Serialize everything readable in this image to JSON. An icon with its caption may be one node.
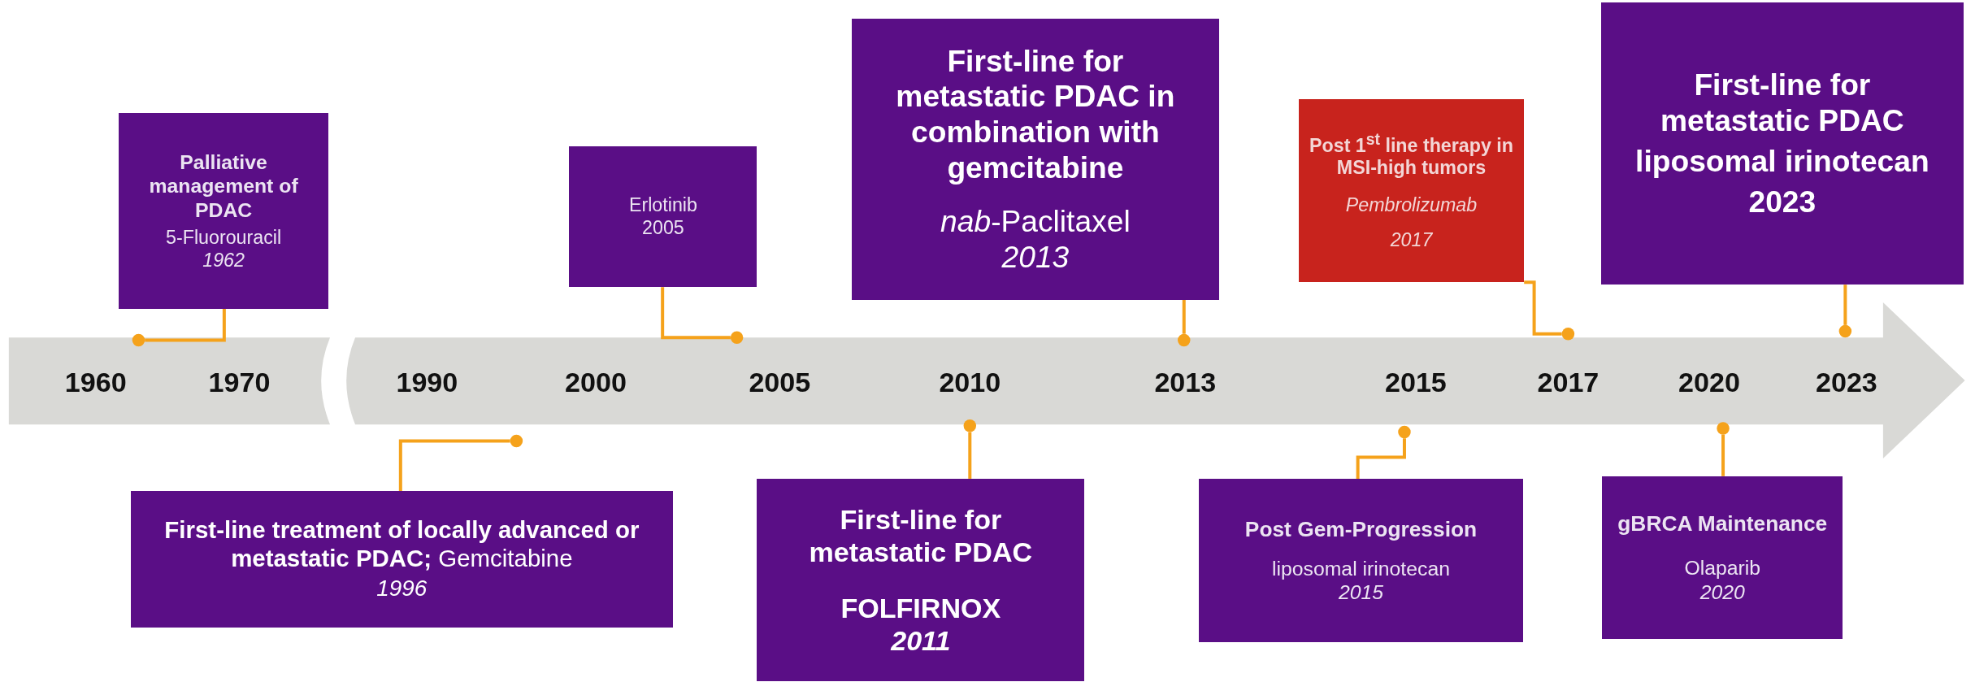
{
  "diagram": {
    "nodes": [
      {
        "text": [
          "Palliative management of PDAC",
          "5-Fluorouracil",
          "1962"
        ]
      },
      {
        "text": [
          "Erlotinib",
          "2005"
        ]
      },
      {
        "text": [
          "First-line for metastatic PDAC in combination with gemcitabine",
          "*nab*-Paclitaxel",
          "2013"
        ]
      },
      {
        "text": [
          "Post 1$^{st}$ line therapy in MSI-high tumors",
          "Pembrolizumab",
          "2017"
        ]
      },
      {
        "text": [
          "First-line for metastatic PDAC",
          "liposomal irinotecan",
          "2023"
        ]
      },
      {
        "text": [
          "**First-line treatment of locally advanced or metastatic PDAC;** Gemcitabine",
          "1996"
        ]
      },
      {
        "text": [
          "First-line for metastatic PDAC",
          "FOLFIRNOX",
          "2011"
        ]
      },
      {
        "text": [
          "Post Gem-Progression",
          "liposomal irinotecan",
          "2015"
        ]
      },
      {
        "text": [
          "gBRCA Maintenance",
          "Olaparib",
          "2020"
        ]
      },
      {
        "text": [],
        "shape": "circle"
      },
      {
        "text": [],
        "shape": "circle"
      },
      {
        "text": [],
        "shape": "circle"
      },
      {
        "text": [],
        "shape": "circle"
      },
      {
        "text": [],
        "shape": "circle"
      },
      {
        "text": [],
        "shape": "circle"
      },
      {
        "text": [],
        "shape": "circle"
      },
      {
        "text": [],
        "shape": "circle"
      },
      {
        "text": [],
        "shape": "circle"
      }
    ],
    "edges": [
      {
        "from": 0,
        "to": 9,
        "arrow": "none"
      },
      {
        "from": 1,
        "to": 11,
        "arrow": "none"
      },
      {
        "from": 2,
        "to": 13,
        "arrow": "none"
      },
      {
        "from": 3,
        "to": 15,
        "arrow": "none"
      },
      {
        "from": 4,
        "to": 17,
        "arrow": "none"
      },
      {
        "from": 5,
        "to": 10,
        "arrow": "none"
      },
      {
        "from": 6,
        "to": 12,
        "arrow": "none"
      },
      {
        "from": 7,
        "to": 14,
        "arrow": "none"
      },
      {
        "from": 8,
        "to": 16,
        "arrow": "none"
      }
    ],
    "labels": [
      "1960",
      "1970",
      "1990",
      "2000",
      "2005",
      "2010",
      "2013",
      "2015",
      "2017",
      "2020",
      "2023"
    ]
  }
}
